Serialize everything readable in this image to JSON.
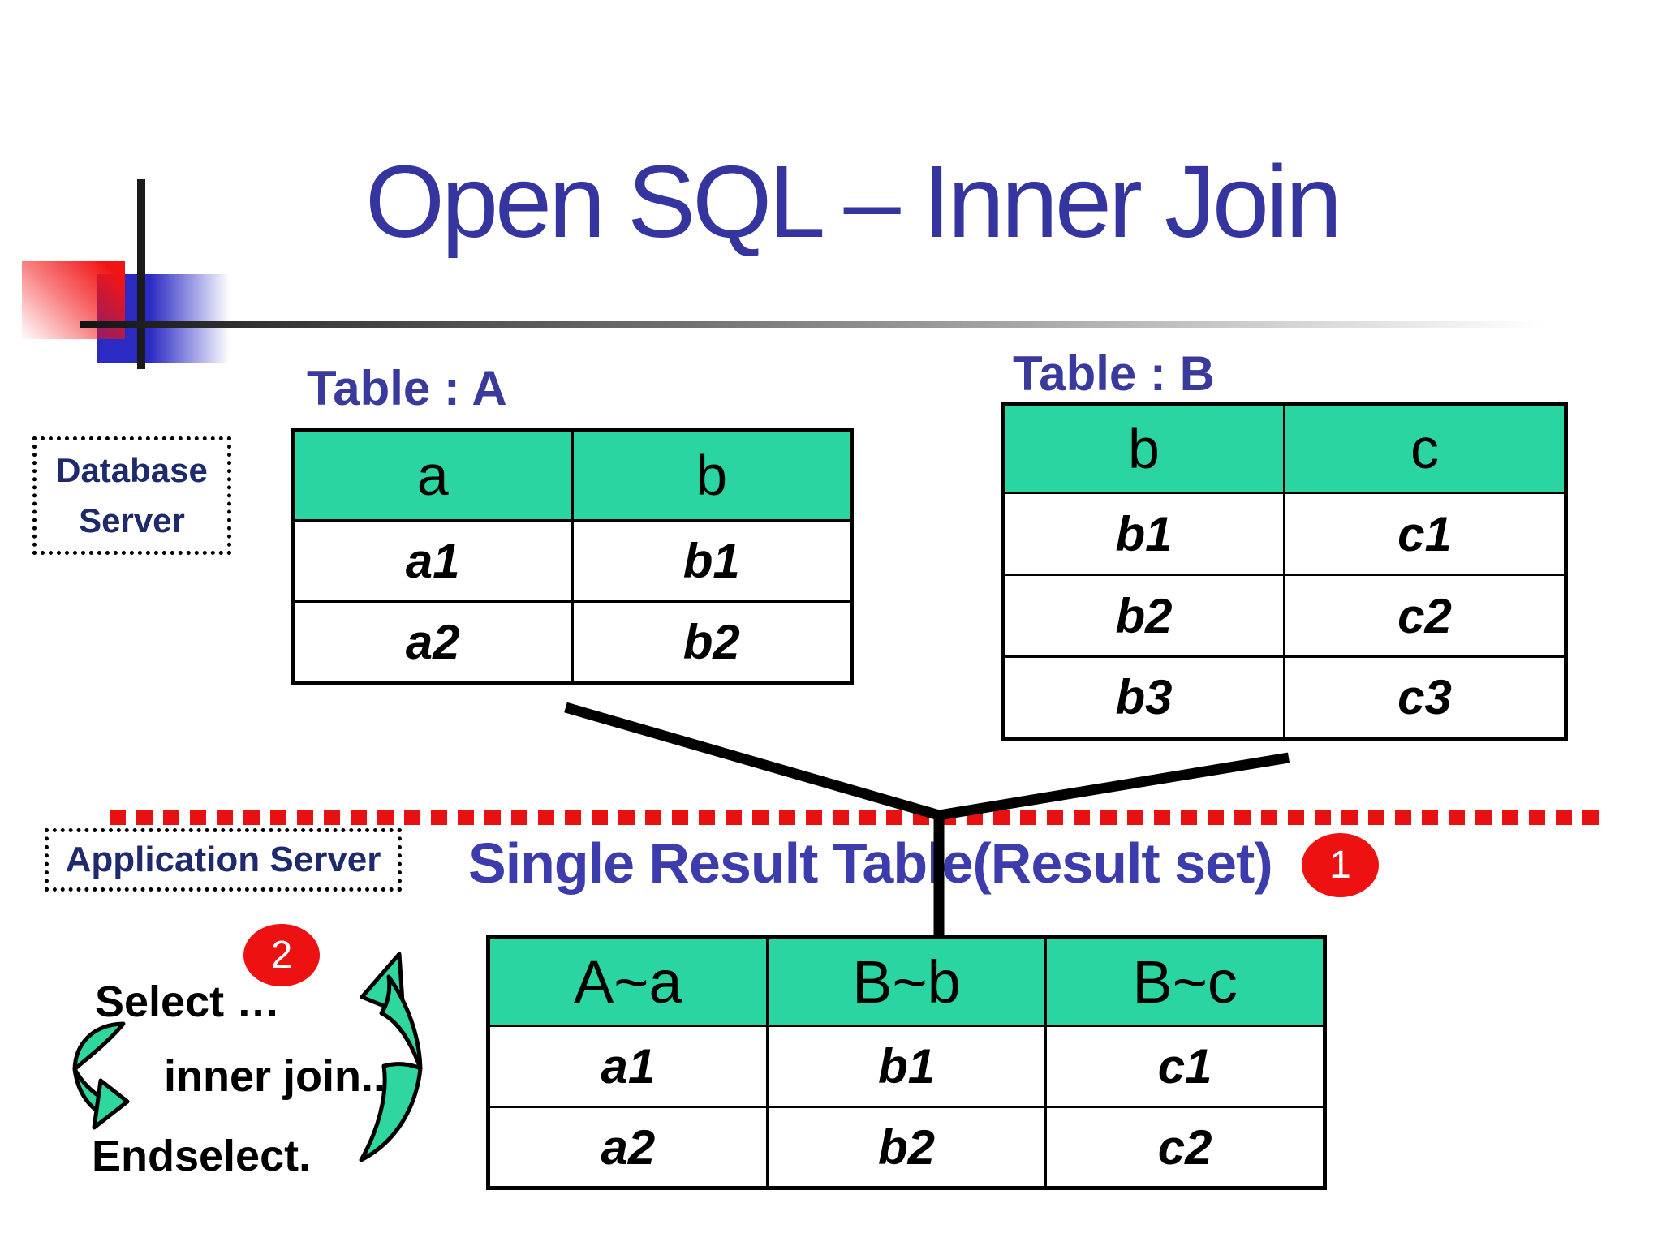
{
  "title": "Open SQL – Inner Join",
  "database_server": {
    "line1": "Database",
    "line2": "Server"
  },
  "application_server": {
    "label": "Application Server"
  },
  "table_a": {
    "caption": "Table : A",
    "headers": [
      "a",
      "b"
    ],
    "rows": [
      [
        "a1",
        "b1"
      ],
      [
        "a2",
        "b2"
      ]
    ]
  },
  "table_b": {
    "caption": "Table : B",
    "headers": [
      "b",
      "c"
    ],
    "rows": [
      [
        "b1",
        "c1"
      ],
      [
        "b2",
        "c2"
      ],
      [
        "b3",
        "c3"
      ]
    ]
  },
  "result": {
    "heading": "Single Result Table(Result set)",
    "badge": "1",
    "table": {
      "headers": [
        "A~a",
        "B~b",
        "B~c"
      ],
      "rows": [
        [
          "a1",
          "b1",
          "c1"
        ],
        [
          "a2",
          "b2",
          "c2"
        ]
      ]
    }
  },
  "code": {
    "badge": "2",
    "lines": [
      "Select …",
      "inner join..",
      "Endselect."
    ]
  },
  "colors": {
    "accent_green": "#2BD5A1",
    "title_blue": "#3535A0",
    "navy": "#1E2A6B",
    "red": "#ED1111",
    "line_black": "#000000"
  }
}
